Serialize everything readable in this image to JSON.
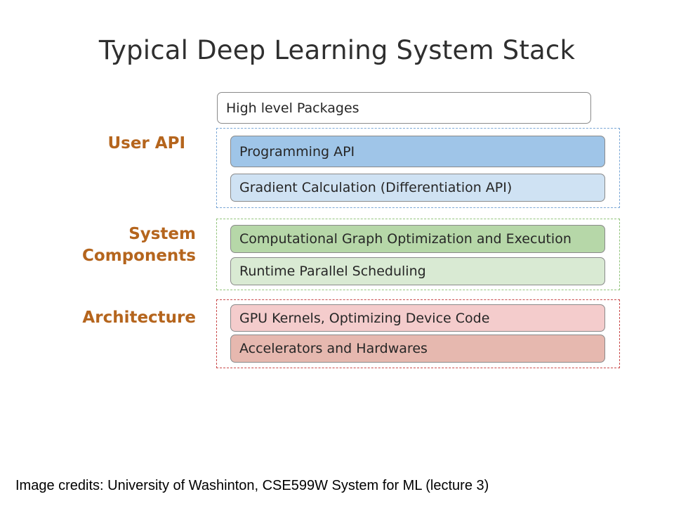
{
  "title": "Typical Deep Learning System Stack",
  "groups": {
    "user_api": {
      "label": "User API",
      "color": "#7aa7d6"
    },
    "system_components": {
      "label_line1": "System",
      "label_line2": "Components",
      "color": "#93c47d"
    },
    "architecture": {
      "label": "Architecture",
      "color": "#c94a4a"
    }
  },
  "label_color": "#b5651d",
  "layers": {
    "high_level_packages": {
      "text": "High level Packages",
      "fill": "#ffffff"
    },
    "programming_api": {
      "text": "Programming API",
      "fill": "#9fc5e8"
    },
    "gradient_calculation": {
      "text": "Gradient Calculation (Differentiation API)",
      "fill": "#cfe2f3"
    },
    "graph_optimization": {
      "text": "Computational Graph Optimization and Execution",
      "fill": "#b6d7a8"
    },
    "runtime_scheduling": {
      "text": "Runtime Parallel Scheduling",
      "fill": "#d9ead3"
    },
    "gpu_kernels": {
      "text": "GPU Kernels, Optimizing Device Code",
      "fill": "#f4cccc"
    },
    "accelerators": {
      "text": "Accelerators and Hardwares",
      "fill": "#e6b8af"
    }
  },
  "credits": "Image credits: University of Washinton, CSE599W System for ML (lecture 3)"
}
